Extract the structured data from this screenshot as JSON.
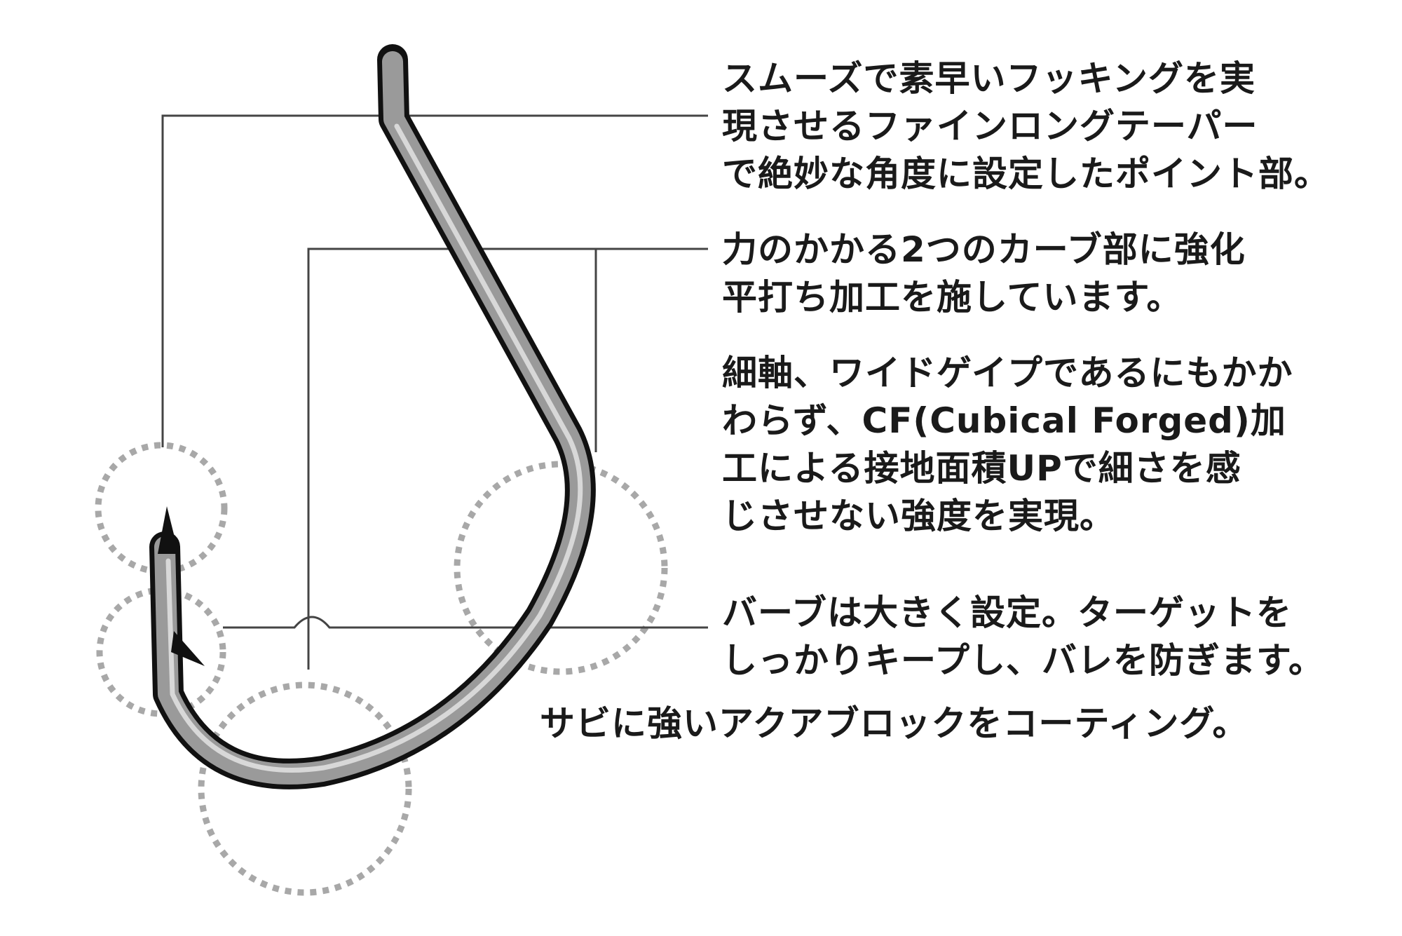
{
  "colors": {
    "leader_line": "#444444",
    "hook_outline": "#111111",
    "hook_fill": "#9a9a9a",
    "hook_highlight": "#d8d8d8",
    "zone_circle": "#a8a8a8",
    "text": "#1a1a1a"
  },
  "callouts": {
    "point": {
      "lines": [
        "スムーズで素早いフッキングを実",
        "現させるファインロングテーパー",
        "で絶妙な角度に設定したポイント部。"
      ]
    },
    "curve": {
      "lines": [
        "力のかかる2つのカーブ部に強化",
        "平打ち加工を施しています。"
      ]
    },
    "forged": {
      "lines": [
        "細軸、ワイドゲイプであるにもかか",
        "わらず、CF(Cubical Forged)加",
        "工による接地面積UPで細さを感",
        "じさせない強度を実現。"
      ]
    },
    "barb": {
      "lines": [
        "バーブは大きく設定。ターゲットを",
        "しっかりキープし、バレを防ぎます。"
      ]
    },
    "coating": {
      "lines": [
        "サビに強いアクアブロックをコーティング。"
      ]
    }
  }
}
